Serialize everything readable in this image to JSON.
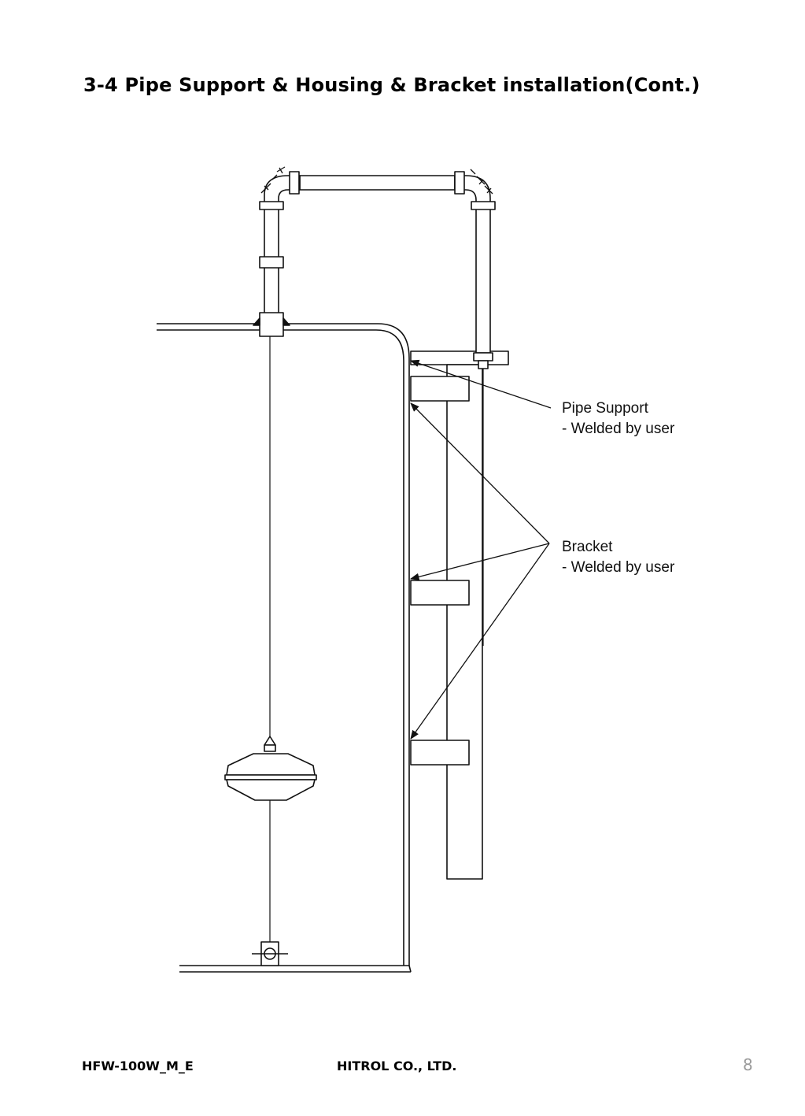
{
  "header": {
    "title": "3-4 Pipe Support & Housing & Bracket installation(Cont.)"
  },
  "callouts": {
    "pipe_support": {
      "label": "Pipe Support",
      "note": "- Welded by user"
    },
    "bracket": {
      "label": "Bracket",
      "note": "- Welded by user"
    }
  },
  "footer": {
    "document_code": "HFW-100W_M_E",
    "company": "HITROL CO., LTD.",
    "page_number": "8"
  },
  "colors": {
    "line": "#111111",
    "page_number": "#9a9a9a"
  }
}
